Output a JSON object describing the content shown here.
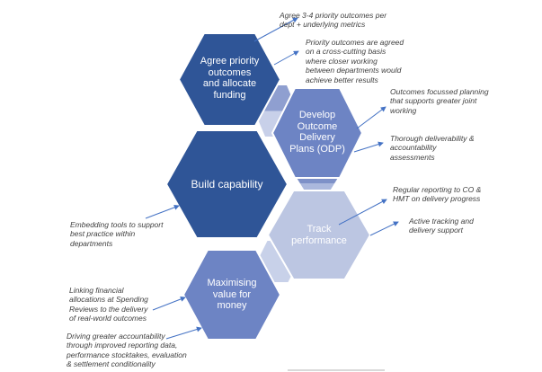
{
  "hexagons": [
    {
      "id": "agree-priority-outcomes",
      "lines": [
        "Agree priority",
        "outcomes",
        "and allocate",
        "funding"
      ],
      "color": "#2F5597"
    },
    {
      "id": "develop-odp",
      "lines": [
        "Develop",
        "Outcome",
        "Delivery",
        "Plans (ODP)"
      ],
      "color": "#6D84C4"
    },
    {
      "id": "build-capability",
      "lines": [
        "Build capability"
      ],
      "color": "#2F5597"
    },
    {
      "id": "track-performance",
      "lines": [
        "Track",
        "performance"
      ],
      "color": "#BCC6E2"
    },
    {
      "id": "maximising-value",
      "lines": [
        "Maximising",
        "value  for",
        "money"
      ],
      "color": "#6D84C4"
    }
  ],
  "connectors": {
    "c1_top": "#8F9FD0",
    "c1_bottom": "#C8D0E9",
    "c2_top": "#7E91C8",
    "c2_bottom": "#ABB8DD",
    "c3_fill": "#C8D1E9"
  },
  "annotations": [
    {
      "id": "agree-metrics",
      "lines": [
        "Agree 3-4 priority outcomes per",
        "dept + underlying metrics"
      ]
    },
    {
      "id": "cross-cutting",
      "lines": [
        "Priority outcomes are agreed",
        "on a cross-cutting basis",
        "where closer working",
        "between departments would",
        "achieve better results"
      ]
    },
    {
      "id": "outcomes-planning",
      "lines": [
        "Outcomes focussed planning",
        "that supports greater joint",
        "working"
      ]
    },
    {
      "id": "deliverability",
      "lines": [
        "Thorough deliverability &",
        "accountability",
        "assessments"
      ]
    },
    {
      "id": "regular-reporting",
      "lines": [
        "Regular reporting to CO &",
        "HMT on delivery progress"
      ]
    },
    {
      "id": "active-tracking",
      "lines": [
        "Active tracking and",
        "delivery support"
      ]
    },
    {
      "id": "embedding-tools",
      "lines": [
        "Embedding tools to support",
        "best practice within",
        "departments"
      ]
    },
    {
      "id": "linking-financial",
      "lines": [
        "Linking financial",
        "allocations at Spending",
        "Reviews to the delivery",
        "of real-world outcomes"
      ]
    },
    {
      "id": "driving-accountability",
      "lines": [
        "Driving greater accountability",
        "through improved reporting data,",
        "performance stocktakes, evaluation",
        "& settlement conditionality"
      ]
    }
  ],
  "colors": {
    "arrow": "#4472C4",
    "hex_border": "#FFFFFF",
    "bottom_line": "#D9D9D9",
    "annotation_text": "#3F3F3F"
  }
}
